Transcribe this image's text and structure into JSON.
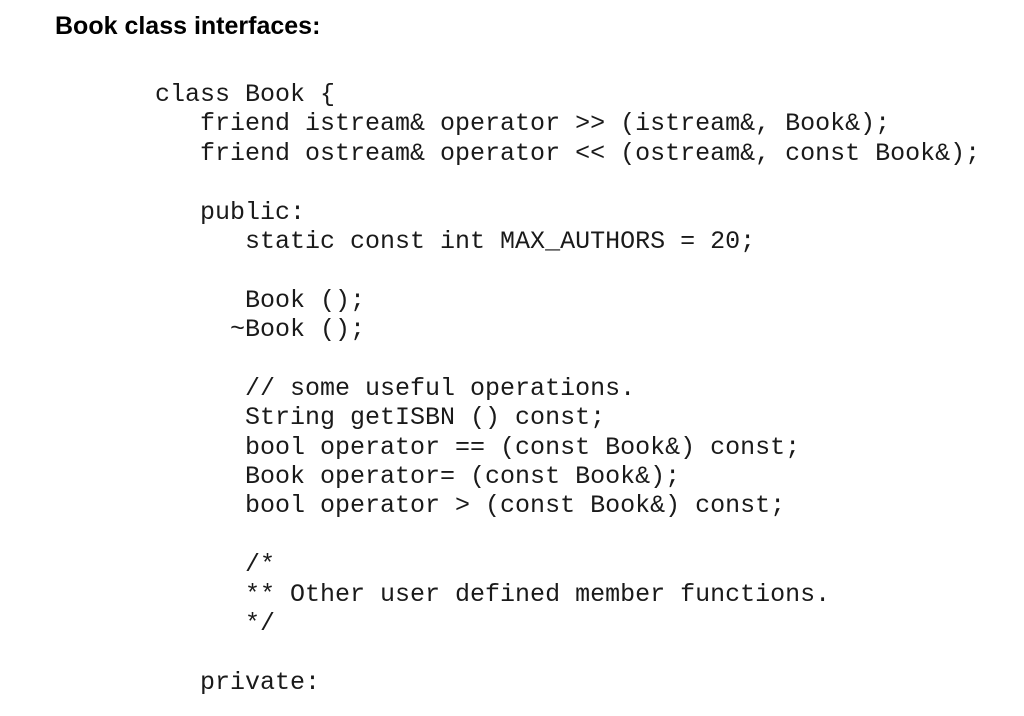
{
  "document": {
    "heading": "Book class interfaces:",
    "code_lines": [
      "class Book {",
      "   friend istream& operator >> (istream&, Book&);",
      "   friend ostream& operator << (ostream&, const Book&);",
      "",
      "   public:",
      "      static const int MAX_AUTHORS = 20;",
      "",
      "      Book ();",
      "     ~Book ();",
      "",
      "      // some useful operations.",
      "      String getISBN () const;",
      "      bool operator == (const Book&) const;",
      "      Book operator= (const Book&);",
      "      bool operator > (const Book&) const;",
      "",
      "      /*",
      "      ** Other user defined member functions.",
      "      */",
      "",
      "   private:"
    ]
  }
}
